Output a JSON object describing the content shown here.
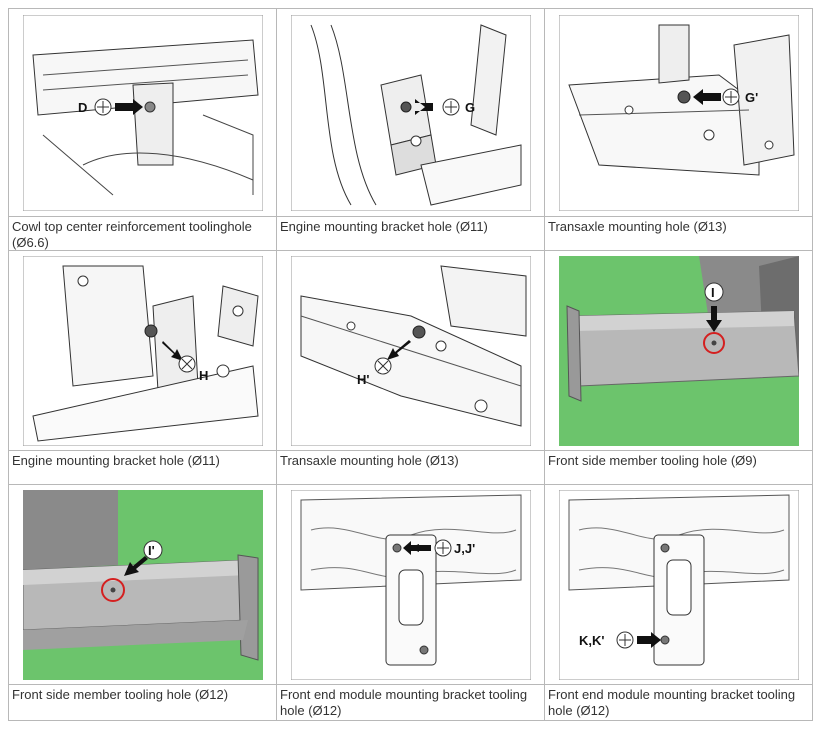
{
  "cells": [
    {
      "label": "D",
      "caption": "Cowl top center reinforcement toolinghole (Ø6.6)"
    },
    {
      "label": "G",
      "caption": "Engine mounting bracket hole (Ø11)"
    },
    {
      "label": "G'",
      "caption": "Transaxle mounting hole (Ø13)"
    },
    {
      "label": "H",
      "caption": "Engine mounting bracket hole (Ø11)"
    },
    {
      "label": "H'",
      "caption": "Transaxle mounting hole (Ø13)"
    },
    {
      "label": "I",
      "caption": "Front side member tooling hole (Ø9)"
    },
    {
      "label": "I'",
      "caption": "Front side member tooling hole (Ø12)"
    },
    {
      "label": "J,J'",
      "caption": "Front end module mounting bracket tooling hole (Ø12)"
    },
    {
      "label": "K,K'",
      "caption": "Front end module mounting bracket tooling hole (Ø12)"
    }
  ],
  "colors": {
    "grid_border": "#b8b8b8",
    "green_bg": "#6cc46c",
    "red_circle": "#d42020"
  }
}
